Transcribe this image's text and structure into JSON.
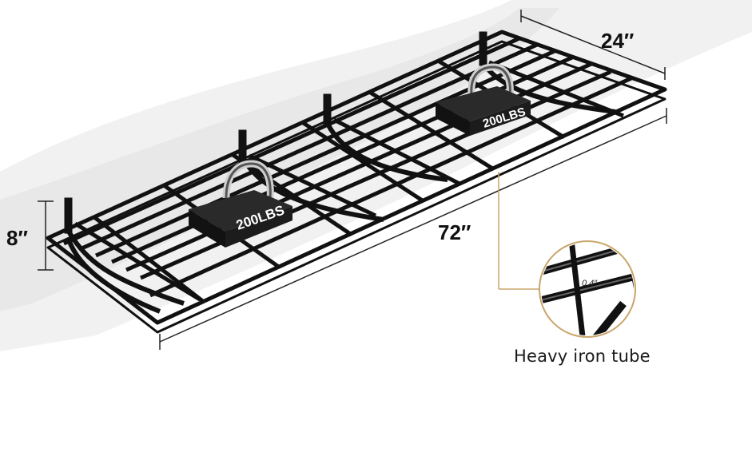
{
  "dimensions": {
    "depth": "24″",
    "length": "72″",
    "height": "8″"
  },
  "weights": [
    {
      "label": "200LBS"
    },
    {
      "label": "200LBS"
    }
  ],
  "detail": {
    "tube_size": "0.4″",
    "caption": "Heavy iron tube"
  },
  "colors": {
    "frame": "#111111",
    "weight_body": "#1c1c1c",
    "callout_line": "#c9a56a",
    "shadow": "#e6e6e6"
  }
}
